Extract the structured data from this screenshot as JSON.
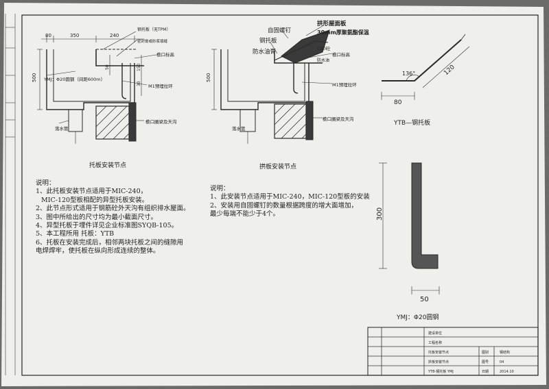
{
  "left_detail": {
    "title": "托板安装节点",
    "dims": {
      "d80": "80",
      "d350": "350",
      "d240": "240",
      "d50": "50",
      "d500": "500",
      "d150": "150",
      "d30": "30"
    },
    "callouts": {
      "steel_plate": "钢托板（无TPM）",
      "seal": "密封膏或砂浆填缝",
      "gutter_height": "檐口标高",
      "rebar": "YMJ：Φ20圆钢（间距600m）",
      "ring": "M1预埋拉环",
      "beam": "檐口圈梁及天沟",
      "downpipe": "落水管"
    },
    "notes_heading": "说明：",
    "notes": [
      "1、此托板安装节点适用于MIC-240，",
      "MIC-120型板相配的异型托板安装。",
      "2、此节点形式适用于钢筋砼外天沟有组织排水屋面。",
      "3、图中所给出的尺寸均为最小截面尺寸。",
      "4、异型托板于埋件详见企业标准图SYQB-105。",
      "5、本工程所用 托板：YTB",
      "6、托板在安装完成后，相邻两块托板之间的缝隙用",
      "电焊焊牢，使托板在纵向形成连续的整体。"
    ]
  },
  "middle_detail": {
    "title": "拱板安装节点",
    "dims": {
      "d500": "500"
    },
    "callouts": {
      "arch_panel": "拱形屋面板",
      "screw": "自固螺钉",
      "steel_plate": "钢托板",
      "insulation": "30mm厚聚氨酯保温",
      "waterproof": "防水油膏",
      "c20": "C20砼",
      "gutter_height": "檐口标高",
      "waterproof2": "防水油",
      "ring": "M1预埋拉环",
      "beam": "檐口圈梁及天沟",
      "downpipe": "落水管"
    },
    "notes_heading": "说明：",
    "notes": [
      "1、此安装节点适用于MIC-240，MIC-120型板的安装",
      "2、安装用自固螺钉的数量根据跨度的增大面增加，",
      "最少每端不能少于4个。"
    ]
  },
  "ytb_detail": {
    "angle": "136°",
    "len_120": "120",
    "len_80": "80",
    "title": "YTB—钢托板"
  },
  "ymj_detail": {
    "len_300": "300",
    "len_50": "50",
    "title": "YMJ：Φ20圆钢"
  },
  "title_block": {
    "rows": [
      {
        "label": "建设单位",
        "value": ""
      },
      {
        "label": "工程名称",
        "value": ""
      },
      {
        "label": "托板安装节点",
        "key": "图别",
        "keyval": "钢结构"
      },
      {
        "label": "拱板安装节点",
        "key": "图号",
        "keyval": "04"
      },
      {
        "label": "YTB-钢托板 YMJ",
        "key": "日期",
        "keyval": "2014.10"
      }
    ]
  },
  "colors": {
    "paper": "#eeeeea",
    "ink": "#2a2a2a",
    "hatch": "#3a3a3a",
    "background": "#6b6b68"
  }
}
